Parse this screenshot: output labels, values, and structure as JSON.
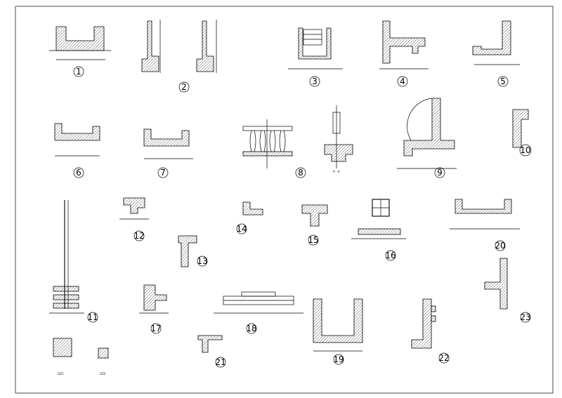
{
  "details": [
    "1",
    "2",
    "3",
    "4",
    "5",
    "6",
    "7",
    "8",
    "9",
    "10",
    "11",
    "12",
    "13",
    "14",
    "15",
    "16",
    "20",
    "17",
    "18",
    "19",
    "21",
    "22",
    "23"
  ],
  "section_label": "A - A",
  "columns": [
    "GZ1",
    "GZ2"
  ]
}
